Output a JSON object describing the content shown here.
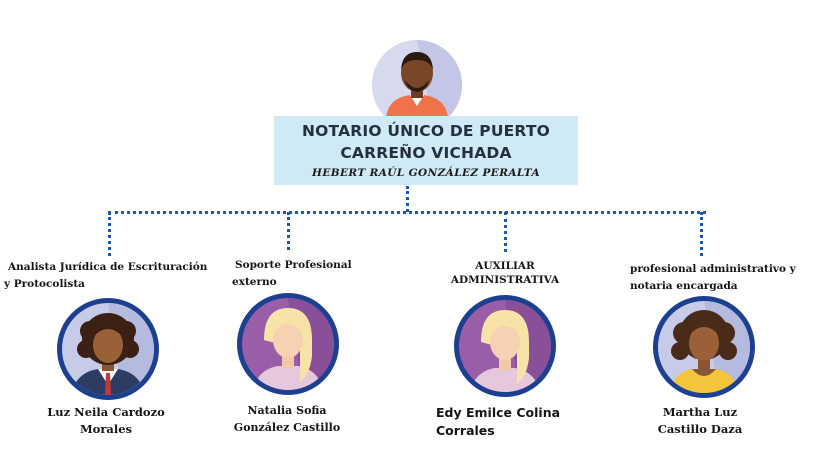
{
  "top": {
    "title_line1": "NOTARIO ÚNICO DE PUERTO",
    "title_line2": "CARREÑO VICHADA",
    "name": "HEBERT RAÚL GONZÁLEZ PERALTA"
  },
  "staff": [
    {
      "role_line1": "Analista Jurídica de Escrituración",
      "role_line2": "y Protocolista",
      "name_line1": "Luz Neila Cardozo",
      "name_line2": "Morales"
    },
    {
      "role_line1": "Soporte Profesional",
      "role_line2": "externo",
      "name_line1": "Natalia Sofia",
      "name_line2": "González Castillo"
    },
    {
      "role_line1": "AUXILIAR",
      "role_line2": "ADMINISTRATIVA",
      "name_line1": "Edy Emilce Colina",
      "name_line2": "Corrales"
    },
    {
      "role_line1": "profesional administrativo y",
      "role_line2": "notaria encargada",
      "name_line1": "Martha Luz",
      "name_line2": "Castillo Daza"
    }
  ],
  "colors": {
    "connector": "#1e5aa8",
    "title_box": "#cfe9f6",
    "avatar_ring": "#1c3f8f",
    "avatar_bg": "#c6cbe8"
  },
  "icons": [
    "male-notary-avatar-icon",
    "curly-hair-woman-avatar-icon",
    "blonde-woman-avatar-icon",
    "blonde-woman-avatar-icon",
    "curly-hair-woman-avatar-icon"
  ]
}
